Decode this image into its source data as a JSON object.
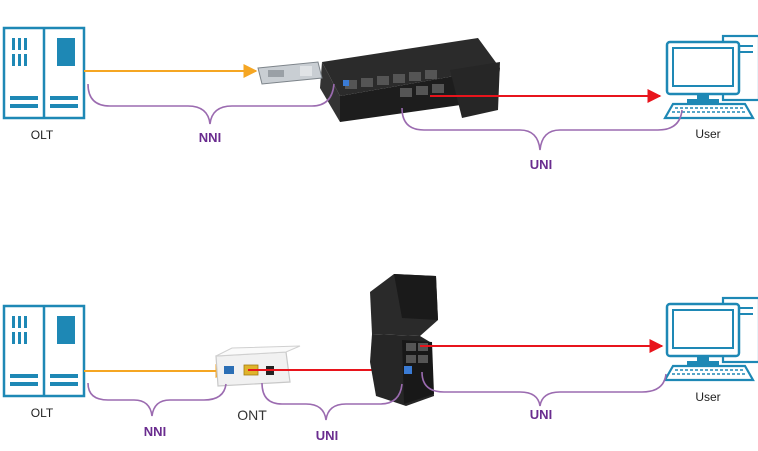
{
  "colors": {
    "fiber": "#f5a623",
    "ethernet": "#e8141c",
    "brace": "#9b6bb0",
    "iface_text": "#6a2c8f",
    "device_blue": "#1e88b5"
  },
  "top": {
    "olt_label": "OLT",
    "user_label": "User",
    "nni_label": "NNI",
    "uni_label": "UNI"
  },
  "bottom": {
    "olt_label": "OLT",
    "ont_label": "ONT",
    "user_label": "User",
    "nni_label": "NNI",
    "uni_ont_label": "UNI",
    "uni_user_label": "UNI"
  },
  "icons": {
    "olt": "olt-server-icon",
    "router": "router-with-sfp-icon",
    "ont": "ont-box-icon",
    "tower_router": "tower-router-icon",
    "user": "desktop-computer-icon"
  }
}
